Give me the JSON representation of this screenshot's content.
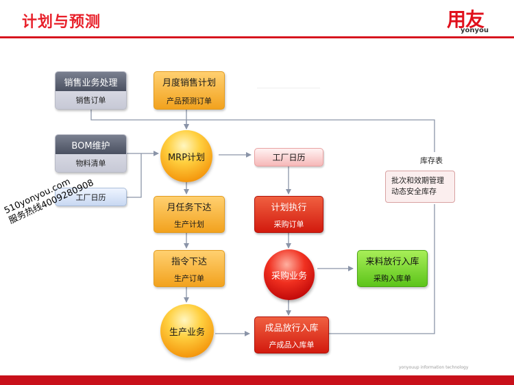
{
  "header": {
    "title": "计划与预测",
    "logo_text": "用友",
    "logo_subtext": "yonyou",
    "brand_color": "#e8202a"
  },
  "diagram": {
    "sales_order": {
      "title": "销售业务处理",
      "subtitle": "销售订单"
    },
    "monthly_plan": {
      "title": "月度销售计划",
      "subtitle": "产品预测订单"
    },
    "bom": {
      "title": "BOM维护",
      "subtitle": "物料清单"
    },
    "factory_calendar_left": "工厂日历",
    "mrp": "MRP计划",
    "factory_calendar_right": "工厂日历",
    "monthly_task": {
      "title": "月任务下达",
      "subtitle": "生产计划"
    },
    "plan_execution": {
      "title": "计划执行",
      "subtitle": "采购订单"
    },
    "instruction": {
      "title": "指令下达",
      "subtitle": "生产订单"
    },
    "purchasing": "采购业务",
    "incoming_release": {
      "title": "来料放行入库",
      "subtitle": "采购入库单"
    },
    "production": "生产业务",
    "finished_release": {
      "title": "成品放行入库",
      "subtitle": "产成品入库单"
    },
    "inventory": {
      "label": "库存表",
      "line1": "批次和效期管理",
      "line2": "动态安全库存"
    }
  },
  "footer": {
    "note": "yonyouup information technology"
  },
  "watermark": {
    "line1": "510yonyou.com",
    "line2": "服务热线4009280908"
  }
}
